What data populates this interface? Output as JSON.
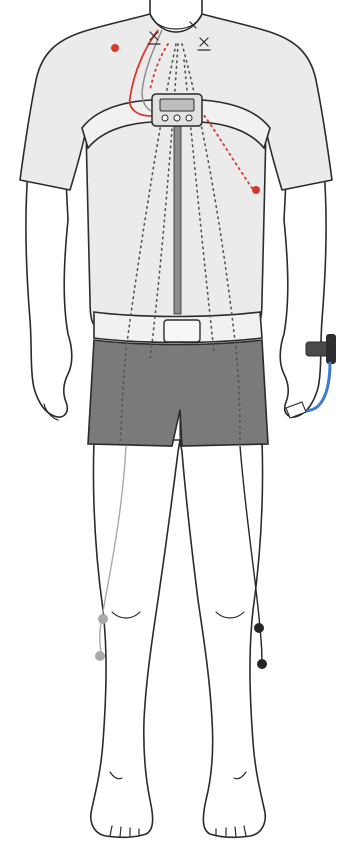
{
  "colors": {
    "skin_fill": "#ffffff",
    "outline": "#2b2b2b",
    "shirt": "#ebebeb",
    "shorts": "#7a7a7a",
    "belt": "#f1f1f1",
    "recorder": "#e2e2e2",
    "recorder_screen": "#bdbdbd",
    "red_lead": "#d8392b",
    "light_gray_electrode": "#a9a9a9",
    "dark_electrode": "#262626",
    "blue_cable": "#3b7bd4",
    "wrist_strap": "#4a4a4a"
  },
  "components": [
    {
      "name": "body-figure"
    },
    {
      "name": "shirt"
    },
    {
      "name": "chest-strap"
    },
    {
      "name": "waist-belt"
    },
    {
      "name": "shorts"
    },
    {
      "name": "chest-recorder-device"
    },
    {
      "name": "wrist-sensor"
    },
    {
      "name": "left-leg-electrodes"
    },
    {
      "name": "right-leg-electrodes"
    },
    {
      "name": "chest-electrodes"
    }
  ]
}
